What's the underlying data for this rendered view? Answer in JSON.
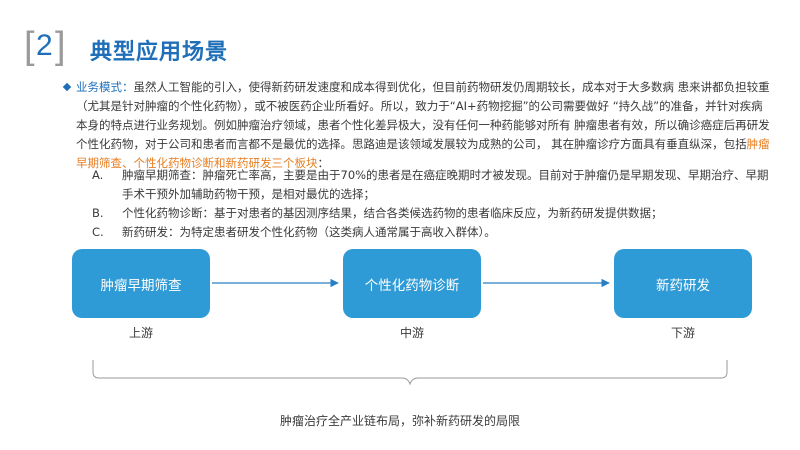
{
  "section_number": "2",
  "title": "典型应用场景",
  "model": {
    "label": "业务模式：",
    "text1": "虽然人工智能的引入，使得新药研发速度和成本得到优化，但目前药物研发仍周期较长，成本对于大多数病 患来讲都负担较重（尤其是针对肿瘤的个性化药物），或不被医药企业所看好。所以，致力于“AI+药物挖掘”的公司需要做好 “持久战”的准备，并针对疾病本身的特点进行业务规划。例如肿瘤治疗领域，患者个性化差异极大，没有任何一种药能够对所有 肿瘤患者有效，所以确诊癌症后再研发个性化药物，对于公司和患者而言都不是最优的选择。思路迪是该领域发展较为成熟的公司， 其在肿瘤诊疗方面具有垂直纵深，包括",
    "highlight": "肿瘤早期筛查、个性化药物诊断和新药研发三个板块",
    "text2": "："
  },
  "list_items": [
    {
      "marker": "A.",
      "text": "肿瘤早期筛查：肿瘤死亡率高，主要是由于70%的患者是在癌症晚期时才被发现。目前对于肿瘤仍是早期发现、早期治疗、早期手术干预外加辅助药物干预，是相对最优的选择；"
    },
    {
      "marker": "B.",
      "text": "个性化药物诊断：基于对患者的基因测序结果，结合各类候选药物的患者临床反应，为新药研发提供数据；"
    },
    {
      "marker": "C.",
      "text": "新药研发：为特定患者研发个性化药物（这类病人通常属于高收入群体）。"
    }
  ],
  "flow": [
    {
      "label": "肿瘤早期筛查",
      "stage": "上游"
    },
    {
      "label": "个性化药物诊断",
      "stage": "中游"
    },
    {
      "label": "新药研发",
      "stage": "下游"
    }
  ],
  "footer": "肿瘤治疗全产业链布局，弥补新药研发的局限",
  "colors": {
    "accent": "#1f6fb8",
    "box": "#2f9bd6",
    "highlight": "#e67e22",
    "arrow": "#2a7fc4"
  }
}
